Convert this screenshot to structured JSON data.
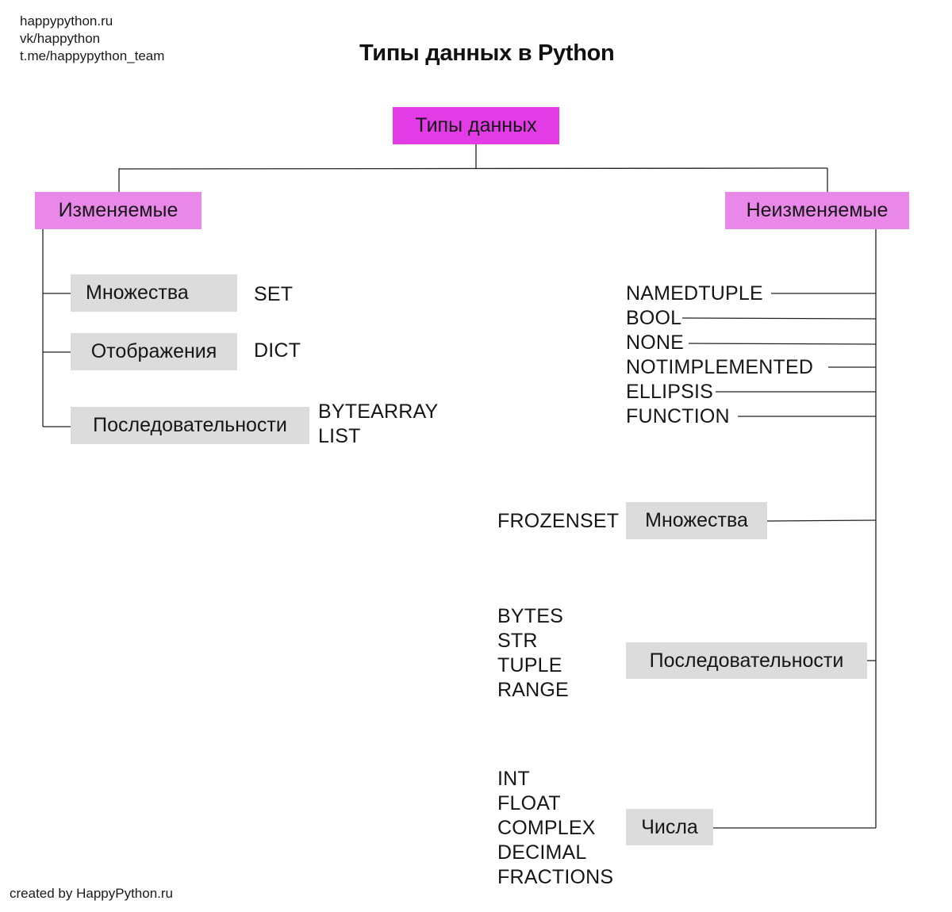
{
  "links": [
    "happypython.ru",
    "vk/happython",
    "t.me/happypython_team"
  ],
  "title": "Типы данных в Python",
  "footer": "created by HappyPython.ru",
  "root": "Типы данных",
  "mutable": {
    "label": "Изменяемые",
    "sets": {
      "label": "Множества",
      "types": [
        "SET"
      ]
    },
    "mappings": {
      "label": "Отображения",
      "types": [
        "DICT"
      ]
    },
    "sequences": {
      "label": "Последовательности",
      "types": [
        "BYTEARRAY",
        "LIST"
      ]
    }
  },
  "immutable": {
    "label": "Неизменяемые",
    "singles": [
      "NAMEDTUPLE",
      "BOOL",
      "NONE",
      "NOTIMPLEMENTED",
      "ELLIPSIS",
      "FUNCTION"
    ],
    "sets": {
      "label": "Множества",
      "types": [
        "FROZENSET"
      ]
    },
    "sequences": {
      "label": "Последовательности",
      "types": [
        "BYTES",
        "STR",
        "TUPLE",
        "RANGE"
      ]
    },
    "numbers": {
      "label": "Числа",
      "types": [
        "INT",
        "FLOAT",
        "COMPLEX",
        "DECIMAL",
        "FRACTIONS"
      ]
    }
  },
  "colors": {
    "root": "#e33be6",
    "category": "#ea88ea",
    "group": "#dcdcdc"
  }
}
